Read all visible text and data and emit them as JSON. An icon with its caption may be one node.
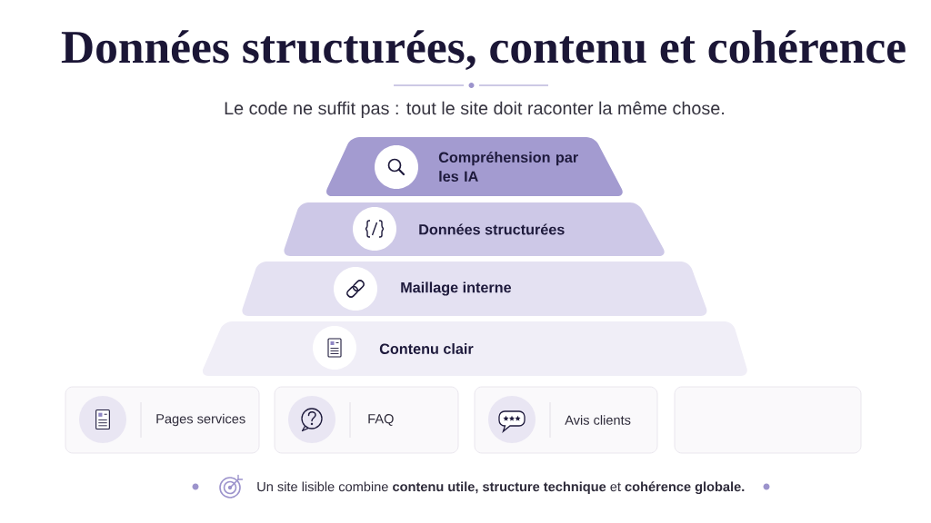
{
  "diagram": {
    "title": "Données structurées, contenu et cohérence",
    "nodes": [
      {
        "text": [
          "Compréhension par les IA"
        ]
      },
      {
        "text": [
          "Données structurées"
        ]
      },
      {
        "text": [
          "Maillage interne"
        ]
      },
      {
        "text": [
          "Contenu clair"
        ]
      },
      {
        "text": [
          "Pages services"
        ]
      },
      {
        "text": [
          "FAQ"
        ]
      },
      {
        "text": [
          "Avis clients"
        ]
      },
      {
        "text": [],
        "shape": "box"
      }
    ],
    "labels": [
      "Le code ne suffit pas : tout le site doit raconter la même chose.",
      "Un site lisible combine **contenu utile, structure technique** et **cohérence globale.**"
    ]
  }
}
